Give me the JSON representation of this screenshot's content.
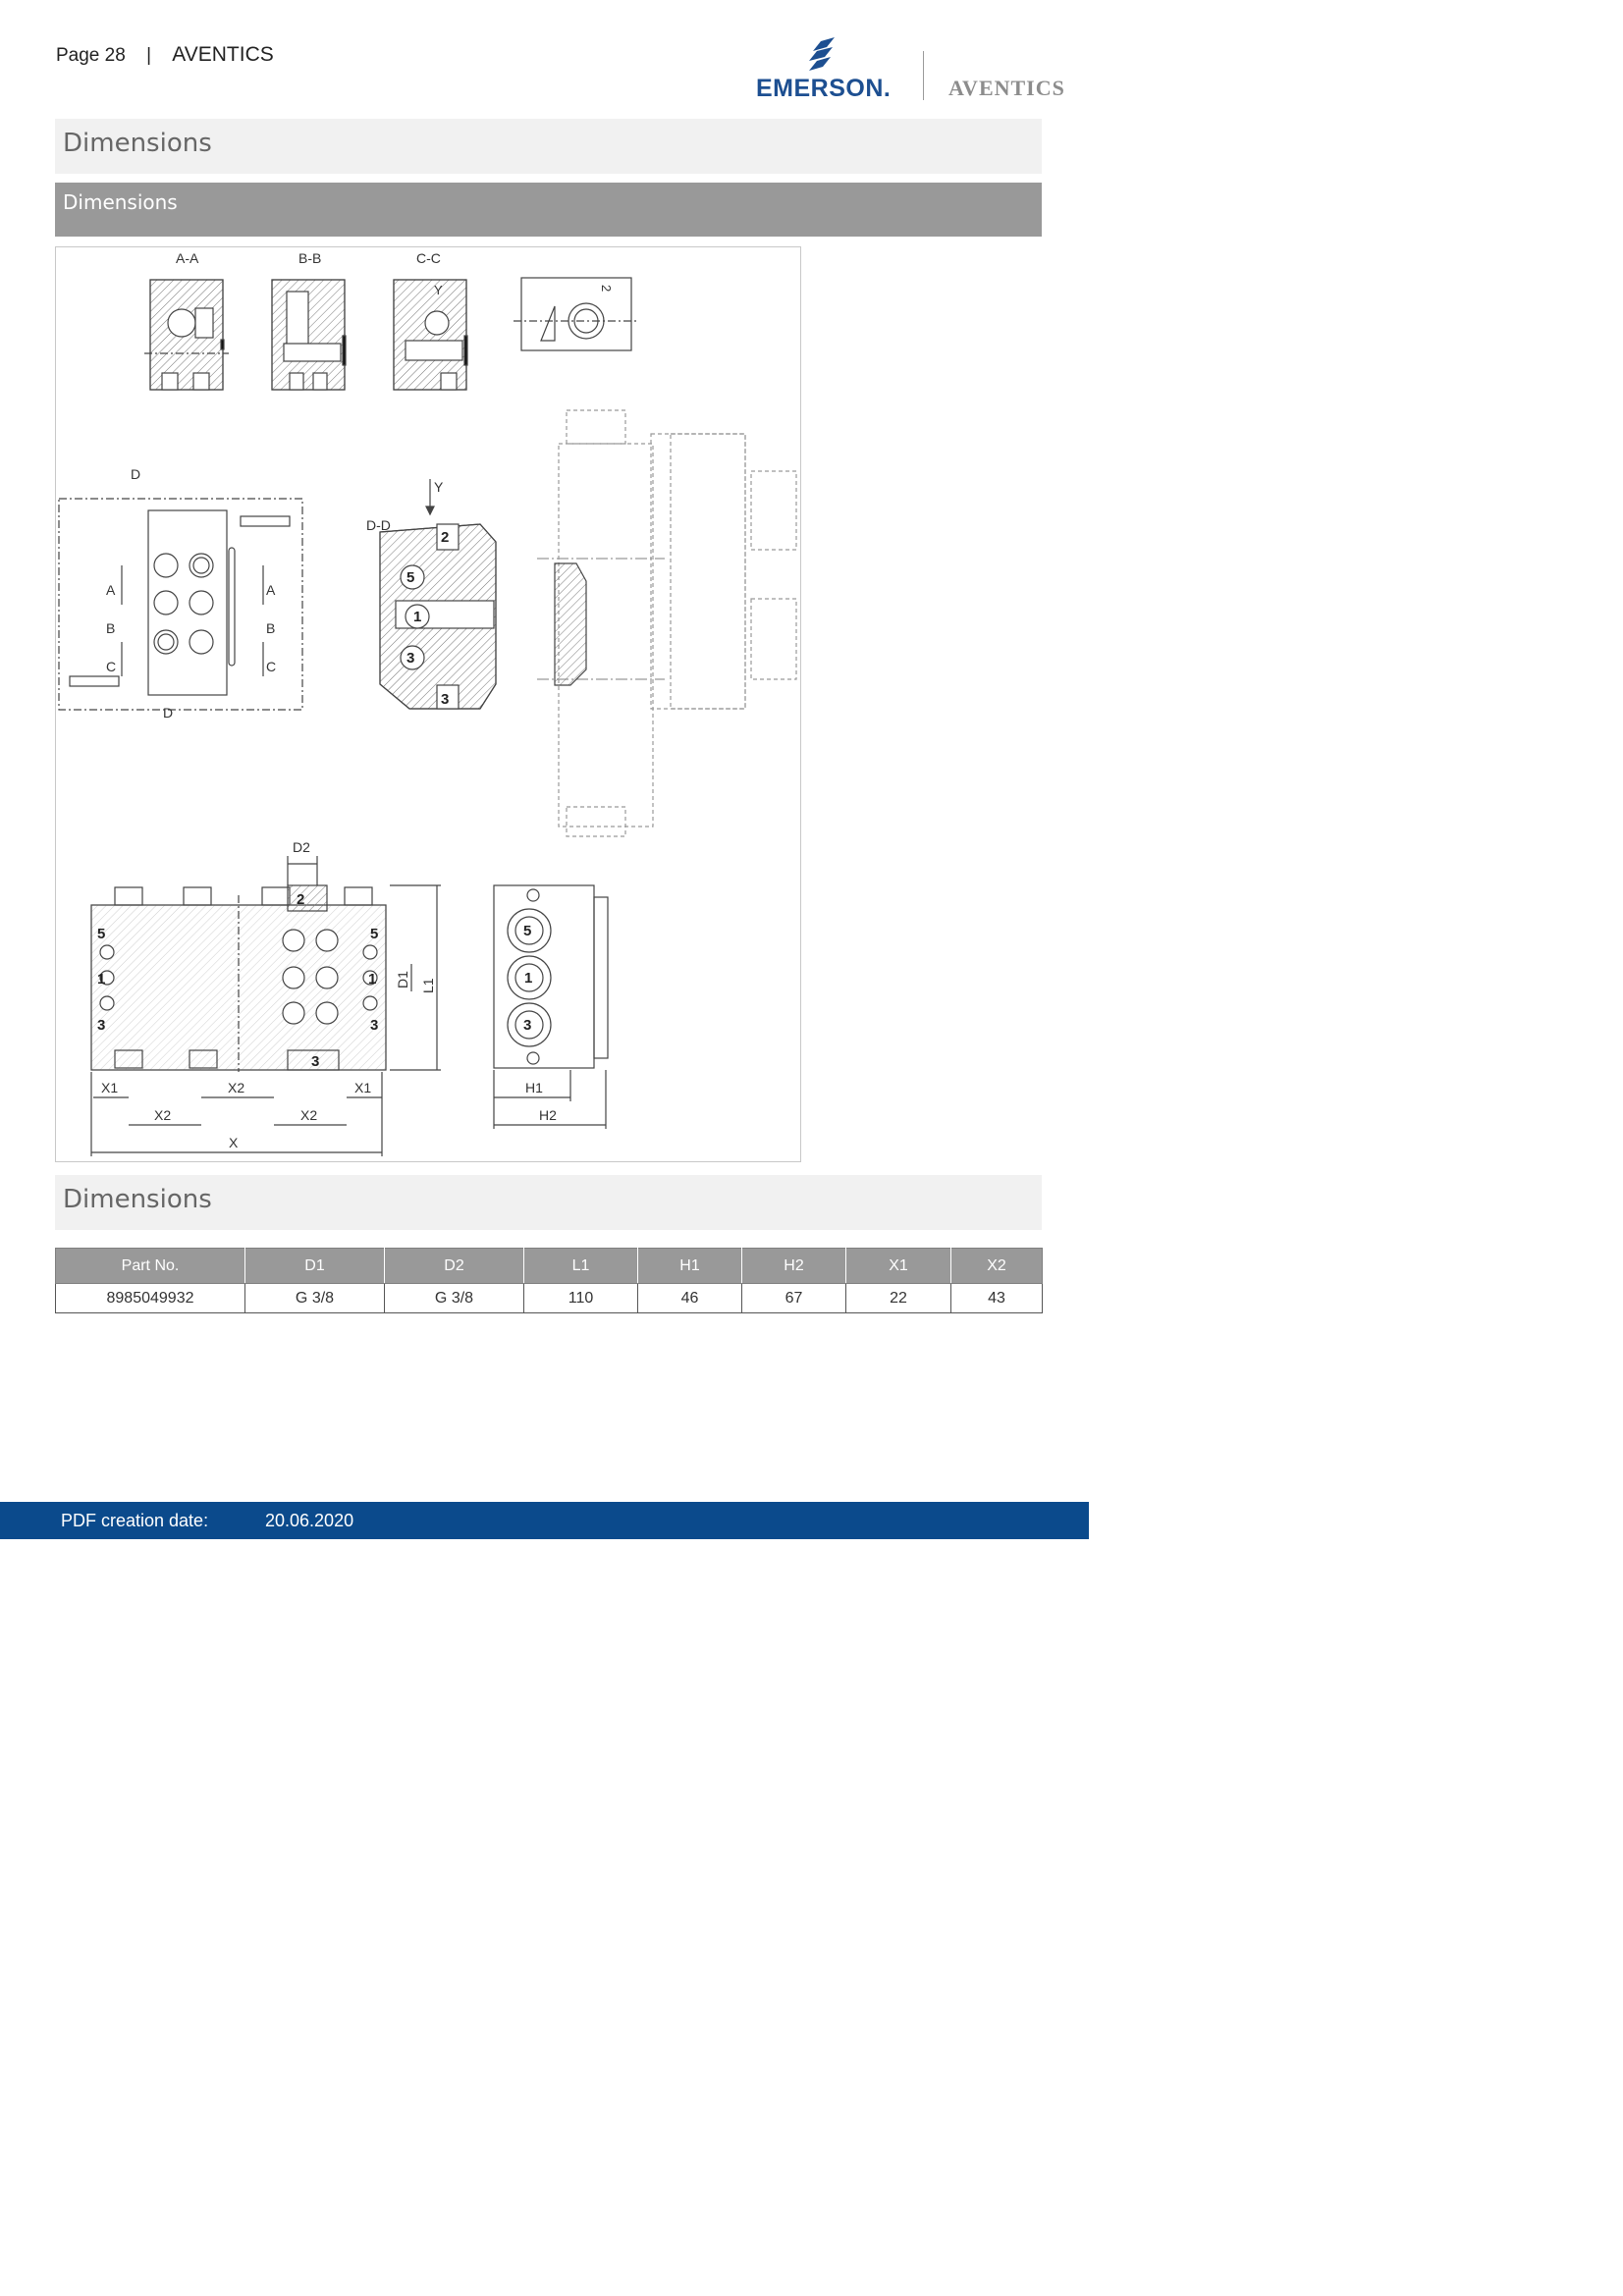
{
  "header": {
    "page_label": "Page",
    "page_number": "28",
    "separator": "|",
    "brand": "AVENTICS"
  },
  "logos": {
    "emerson": "EMERSON.",
    "aventics": "AVENTICS"
  },
  "sections": {
    "main_title": "Dimensions",
    "drawing_title": "Dimensions",
    "table_title": "Dimensions"
  },
  "drawing": {
    "section_labels": [
      "A-A",
      "B-B",
      "C-C",
      "D-D"
    ],
    "cut_labels": [
      "A",
      "B",
      "C",
      "D"
    ],
    "arrow_label": "Y",
    "port_numbers": [
      "1",
      "2",
      "3",
      "5"
    ],
    "dimension_labels": [
      "D1",
      "D2",
      "L1",
      "H1",
      "H2",
      "X1",
      "X2",
      "X"
    ]
  },
  "table": {
    "headers": [
      "Part No.",
      "D1",
      "D2",
      "L1",
      "H1",
      "H2",
      "X1",
      "X2"
    ],
    "rows": [
      [
        "8985049932",
        "G 3/8",
        "G 3/8",
        "110",
        "46",
        "67",
        "22",
        "43"
      ]
    ]
  },
  "footer": {
    "label": "PDF creation date:",
    "date": "20.06.2020"
  },
  "colors": {
    "footer_bg": "#0b4a8c",
    "emerson_blue": "#1d4f91",
    "header_grey": "#999999",
    "title_bar": "#f1f1f1"
  }
}
